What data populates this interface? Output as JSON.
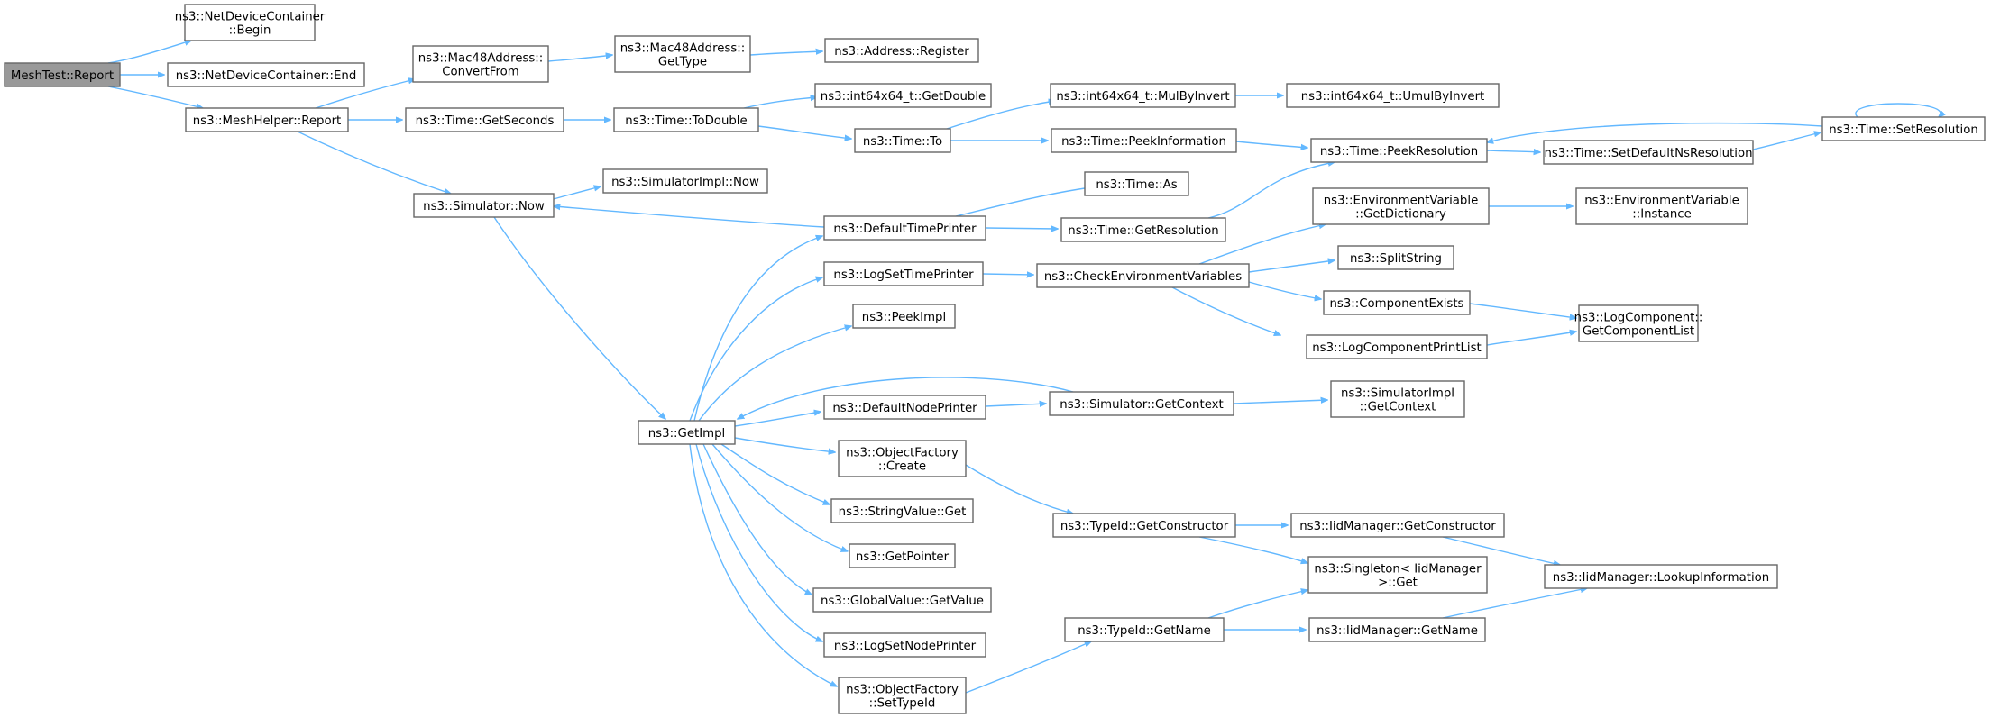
{
  "diagram": {
    "colors": {
      "edge": "#63b8ff",
      "node_border": "#666666",
      "root_fill": "#999999",
      "node_fill": "#ffffff"
    },
    "nodes": [
      {
        "id": "n0",
        "label": "MeshTest::Report",
        "root": true
      },
      {
        "id": "n1",
        "label": "ns3::NetDeviceContainer\n::Begin"
      },
      {
        "id": "n2",
        "label": "ns3::NetDeviceContainer::End"
      },
      {
        "id": "n3",
        "label": "ns3::MeshHelper::Report"
      },
      {
        "id": "n4",
        "label": "ns3::Mac48Address::\nConvertFrom"
      },
      {
        "id": "n5",
        "label": "ns3::Time::GetSeconds"
      },
      {
        "id": "n6",
        "label": "ns3::Simulator::Now"
      },
      {
        "id": "n7",
        "label": "ns3::Mac48Address::\nGetType"
      },
      {
        "id": "n8",
        "label": "ns3::Address::Register"
      },
      {
        "id": "n9",
        "label": "ns3::Time::ToDouble"
      },
      {
        "id": "n10",
        "label": "ns3::int64x64_t::GetDouble"
      },
      {
        "id": "n11",
        "label": "ns3::Time::To"
      },
      {
        "id": "n12",
        "label": "ns3::int64x64_t::MulByInvert"
      },
      {
        "id": "n13",
        "label": "ns3::int64x64_t::UmulByInvert"
      },
      {
        "id": "n14",
        "label": "ns3::Time::PeekInformation"
      },
      {
        "id": "n15",
        "label": "ns3::Time::PeekResolution"
      },
      {
        "id": "n16",
        "label": "ns3::Time::SetDefaultNsResolution"
      },
      {
        "id": "n17",
        "label": "ns3::Time::SetResolution"
      },
      {
        "id": "n18",
        "label": "ns3::SimulatorImpl::Now"
      },
      {
        "id": "n19",
        "label": "ns3::GetImpl"
      },
      {
        "id": "n20",
        "label": "ns3::DefaultTimePrinter"
      },
      {
        "id": "n21",
        "label": "ns3::Time::As"
      },
      {
        "id": "n22",
        "label": "ns3::Time::GetResolution"
      },
      {
        "id": "n23",
        "label": "ns3::LogSetTimePrinter"
      },
      {
        "id": "n24",
        "label": "ns3::CheckEnvironmentVariables"
      },
      {
        "id": "n25",
        "label": "ns3::EnvironmentVariable\n::GetDictionary"
      },
      {
        "id": "n26",
        "label": "ns3::EnvironmentVariable\n::Instance"
      },
      {
        "id": "n27",
        "label": "ns3::SplitString"
      },
      {
        "id": "n28",
        "label": "ns3::ComponentExists"
      },
      {
        "id": "n29",
        "label": "ns3::LogComponent::\nGetComponentList"
      },
      {
        "id": "n30",
        "label": "ns3::LogComponentPrintList"
      },
      {
        "id": "n31",
        "label": "ns3::PeekImpl"
      },
      {
        "id": "n32",
        "label": "ns3::DefaultNodePrinter"
      },
      {
        "id": "n33",
        "label": "ns3::Simulator::GetContext"
      },
      {
        "id": "n34",
        "label": "ns3::SimulatorImpl\n::GetContext"
      },
      {
        "id": "n35",
        "label": "ns3::ObjectFactory\n::Create"
      },
      {
        "id": "n36",
        "label": "ns3::StringValue::Get"
      },
      {
        "id": "n37",
        "label": "ns3::GetPointer"
      },
      {
        "id": "n38",
        "label": "ns3::GlobalValue::GetValue"
      },
      {
        "id": "n39",
        "label": "ns3::LogSetNodePrinter"
      },
      {
        "id": "n40",
        "label": "ns3::ObjectFactory\n::SetTypeId"
      },
      {
        "id": "n41",
        "label": "ns3::TypeId::GetConstructor"
      },
      {
        "id": "n42",
        "label": "ns3::TypeId::GetName"
      },
      {
        "id": "n43",
        "label": "ns3::IidManager::GetConstructor"
      },
      {
        "id": "n44",
        "label": "ns3::Singleton< IidManager\n >::Get"
      },
      {
        "id": "n45",
        "label": "ns3::IidManager::GetName"
      },
      {
        "id": "n46",
        "label": "ns3::IidManager::LookupInformation"
      }
    ],
    "edges": [
      [
        "n0",
        "n1"
      ],
      [
        "n0",
        "n2"
      ],
      [
        "n0",
        "n3"
      ],
      [
        "n3",
        "n4"
      ],
      [
        "n3",
        "n5"
      ],
      [
        "n3",
        "n6"
      ],
      [
        "n4",
        "n7"
      ],
      [
        "n7",
        "n8"
      ],
      [
        "n5",
        "n9"
      ],
      [
        "n9",
        "n10"
      ],
      [
        "n9",
        "n11"
      ],
      [
        "n11",
        "n12"
      ],
      [
        "n12",
        "n13"
      ],
      [
        "n11",
        "n14"
      ],
      [
        "n14",
        "n15"
      ],
      [
        "n15",
        "n16"
      ],
      [
        "n16",
        "n17"
      ],
      [
        "n17",
        "n15"
      ],
      [
        "n17",
        "n17"
      ],
      [
        "n6",
        "n18"
      ],
      [
        "n6",
        "n19"
      ],
      [
        "n20",
        "n6"
      ],
      [
        "n20",
        "n21"
      ],
      [
        "n20",
        "n22"
      ],
      [
        "n22",
        "n15"
      ],
      [
        "n23",
        "n24"
      ],
      [
        "n24",
        "n25"
      ],
      [
        "n25",
        "n26"
      ],
      [
        "n24",
        "n27"
      ],
      [
        "n24",
        "n28"
      ],
      [
        "n24",
        "n30"
      ],
      [
        "n28",
        "n29"
      ],
      [
        "n30",
        "n29"
      ],
      [
        "n19",
        "n20"
      ],
      [
        "n19",
        "n23"
      ],
      [
        "n19",
        "n31"
      ],
      [
        "n19",
        "n32"
      ],
      [
        "n19",
        "n35"
      ],
      [
        "n19",
        "n36"
      ],
      [
        "n19",
        "n37"
      ],
      [
        "n19",
        "n38"
      ],
      [
        "n19",
        "n39"
      ],
      [
        "n19",
        "n40"
      ],
      [
        "n33",
        "n19"
      ],
      [
        "n32",
        "n33"
      ],
      [
        "n33",
        "n34"
      ],
      [
        "n35",
        "n41"
      ],
      [
        "n41",
        "n43"
      ],
      [
        "n41",
        "n44"
      ],
      [
        "n43",
        "n46"
      ],
      [
        "n40",
        "n42"
      ],
      [
        "n42",
        "n44"
      ],
      [
        "n42",
        "n45"
      ],
      [
        "n45",
        "n46"
      ]
    ]
  }
}
